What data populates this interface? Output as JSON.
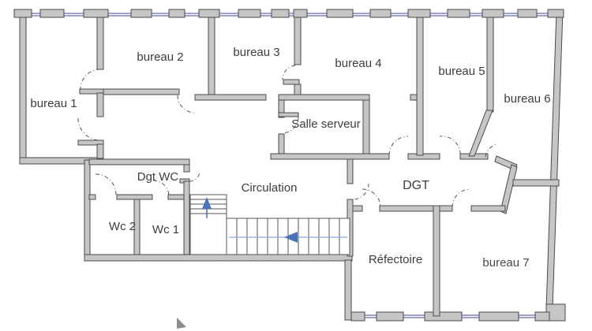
{
  "plan": {
    "type": "floor-plan",
    "rooms": [
      {
        "id": "bureau-1",
        "label": "bureau 1"
      },
      {
        "id": "bureau-2",
        "label": "bureau 2"
      },
      {
        "id": "bureau-3",
        "label": "bureau 3"
      },
      {
        "id": "bureau-4",
        "label": "bureau 4"
      },
      {
        "id": "bureau-5",
        "label": "bureau 5"
      },
      {
        "id": "bureau-6",
        "label": "bureau 6"
      },
      {
        "id": "salle-serveur",
        "label": "Salle serveur"
      },
      {
        "id": "dgt-wc",
        "label": "Dgt WC"
      },
      {
        "id": "circulation",
        "label": "Circulation"
      },
      {
        "id": "wc-2",
        "label": "Wc 2"
      },
      {
        "id": "wc-1",
        "label": "Wc 1"
      },
      {
        "id": "dgt",
        "label": "DGT"
      },
      {
        "id": "refectoire",
        "label": "Réfectoire"
      },
      {
        "id": "bureau-7",
        "label": "bureau 7"
      }
    ],
    "stairs": {
      "up_arrow": "up-direction-arrow",
      "walk_line_arrow": "left-direction-arrow",
      "small_flight_treads": 5,
      "long_flight_treads": 12
    },
    "colors": {
      "wall_fill": "#c6c6c6",
      "wall_outline": "#4b4b4b",
      "window_glass": "#8282c0",
      "stair_arrow": "#4a72b8",
      "label_text": "#3d3d3d",
      "cursor_gray": "#8c8c8c",
      "background": "#ffffff"
    }
  }
}
